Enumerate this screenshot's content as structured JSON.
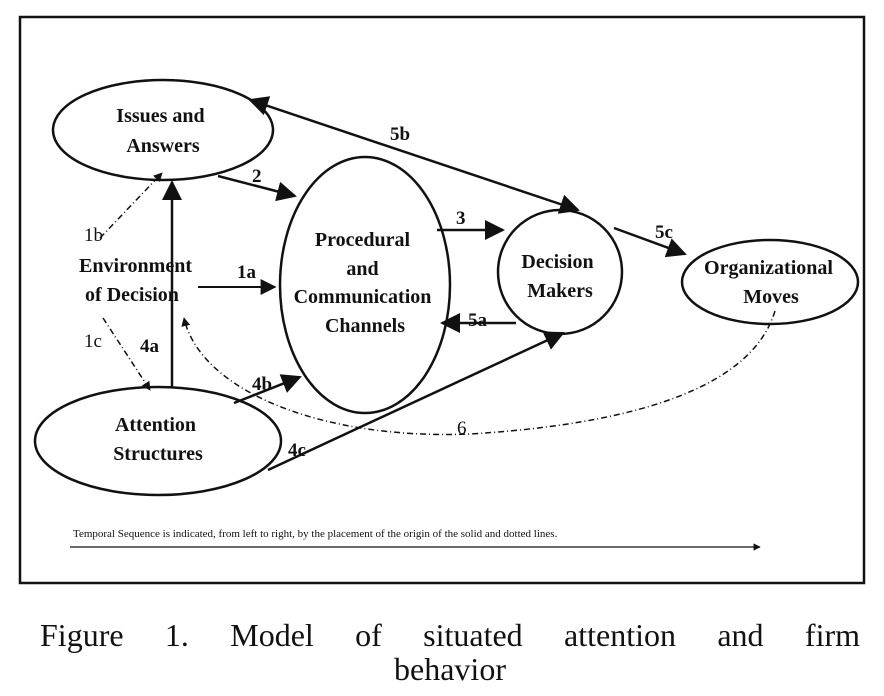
{
  "nodes": {
    "issues": [
      "Issues and",
      "Answers"
    ],
    "environment": [
      "Environment",
      "of Decision"
    ],
    "procedural": [
      "Procedural",
      "and",
      "Communication",
      "Channels"
    ],
    "decision": [
      "Decision",
      "Makers"
    ],
    "organizational": [
      "Organizational",
      "Moves"
    ],
    "attention": [
      "Attention",
      "Structures"
    ]
  },
  "edges": {
    "e1a": "1a",
    "e1b": "1b",
    "e1c": "1c",
    "e2": "2",
    "e3": "3",
    "e4a": "4a",
    "e4b": "4b",
    "e4c": "4c",
    "e5a": "5a",
    "e5b": "5b",
    "e5c": "5c",
    "e6": "6"
  },
  "note": "Temporal Sequence is indicated, from left to right, by the placement of the origin of the solid and dotted lines.",
  "caption": {
    "line1": "Figure 1.   Model   of   situated   attention   and   firm",
    "line2": "behavior"
  }
}
